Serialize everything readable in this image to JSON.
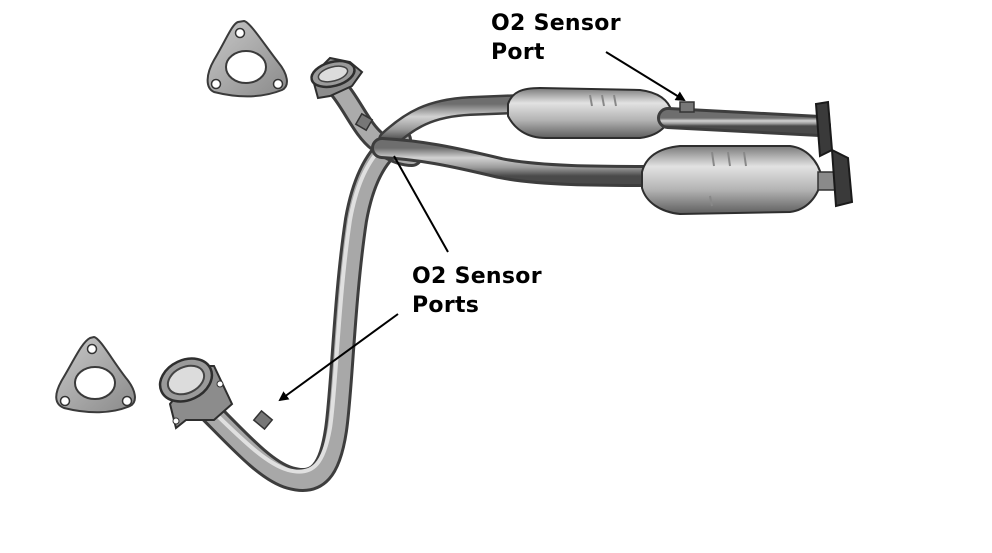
{
  "labels": {
    "top": {
      "line1": "O2 Sensor",
      "line2": "Port"
    },
    "middle": {
      "line1": "O2 Sensor",
      "line2": "Ports"
    }
  },
  "colors": {
    "background": "#ffffff",
    "pipe": "#9a9a9a",
    "pipe_dark": "#5a5a5a",
    "converter": "#b9b9b9",
    "text": "#000000"
  }
}
